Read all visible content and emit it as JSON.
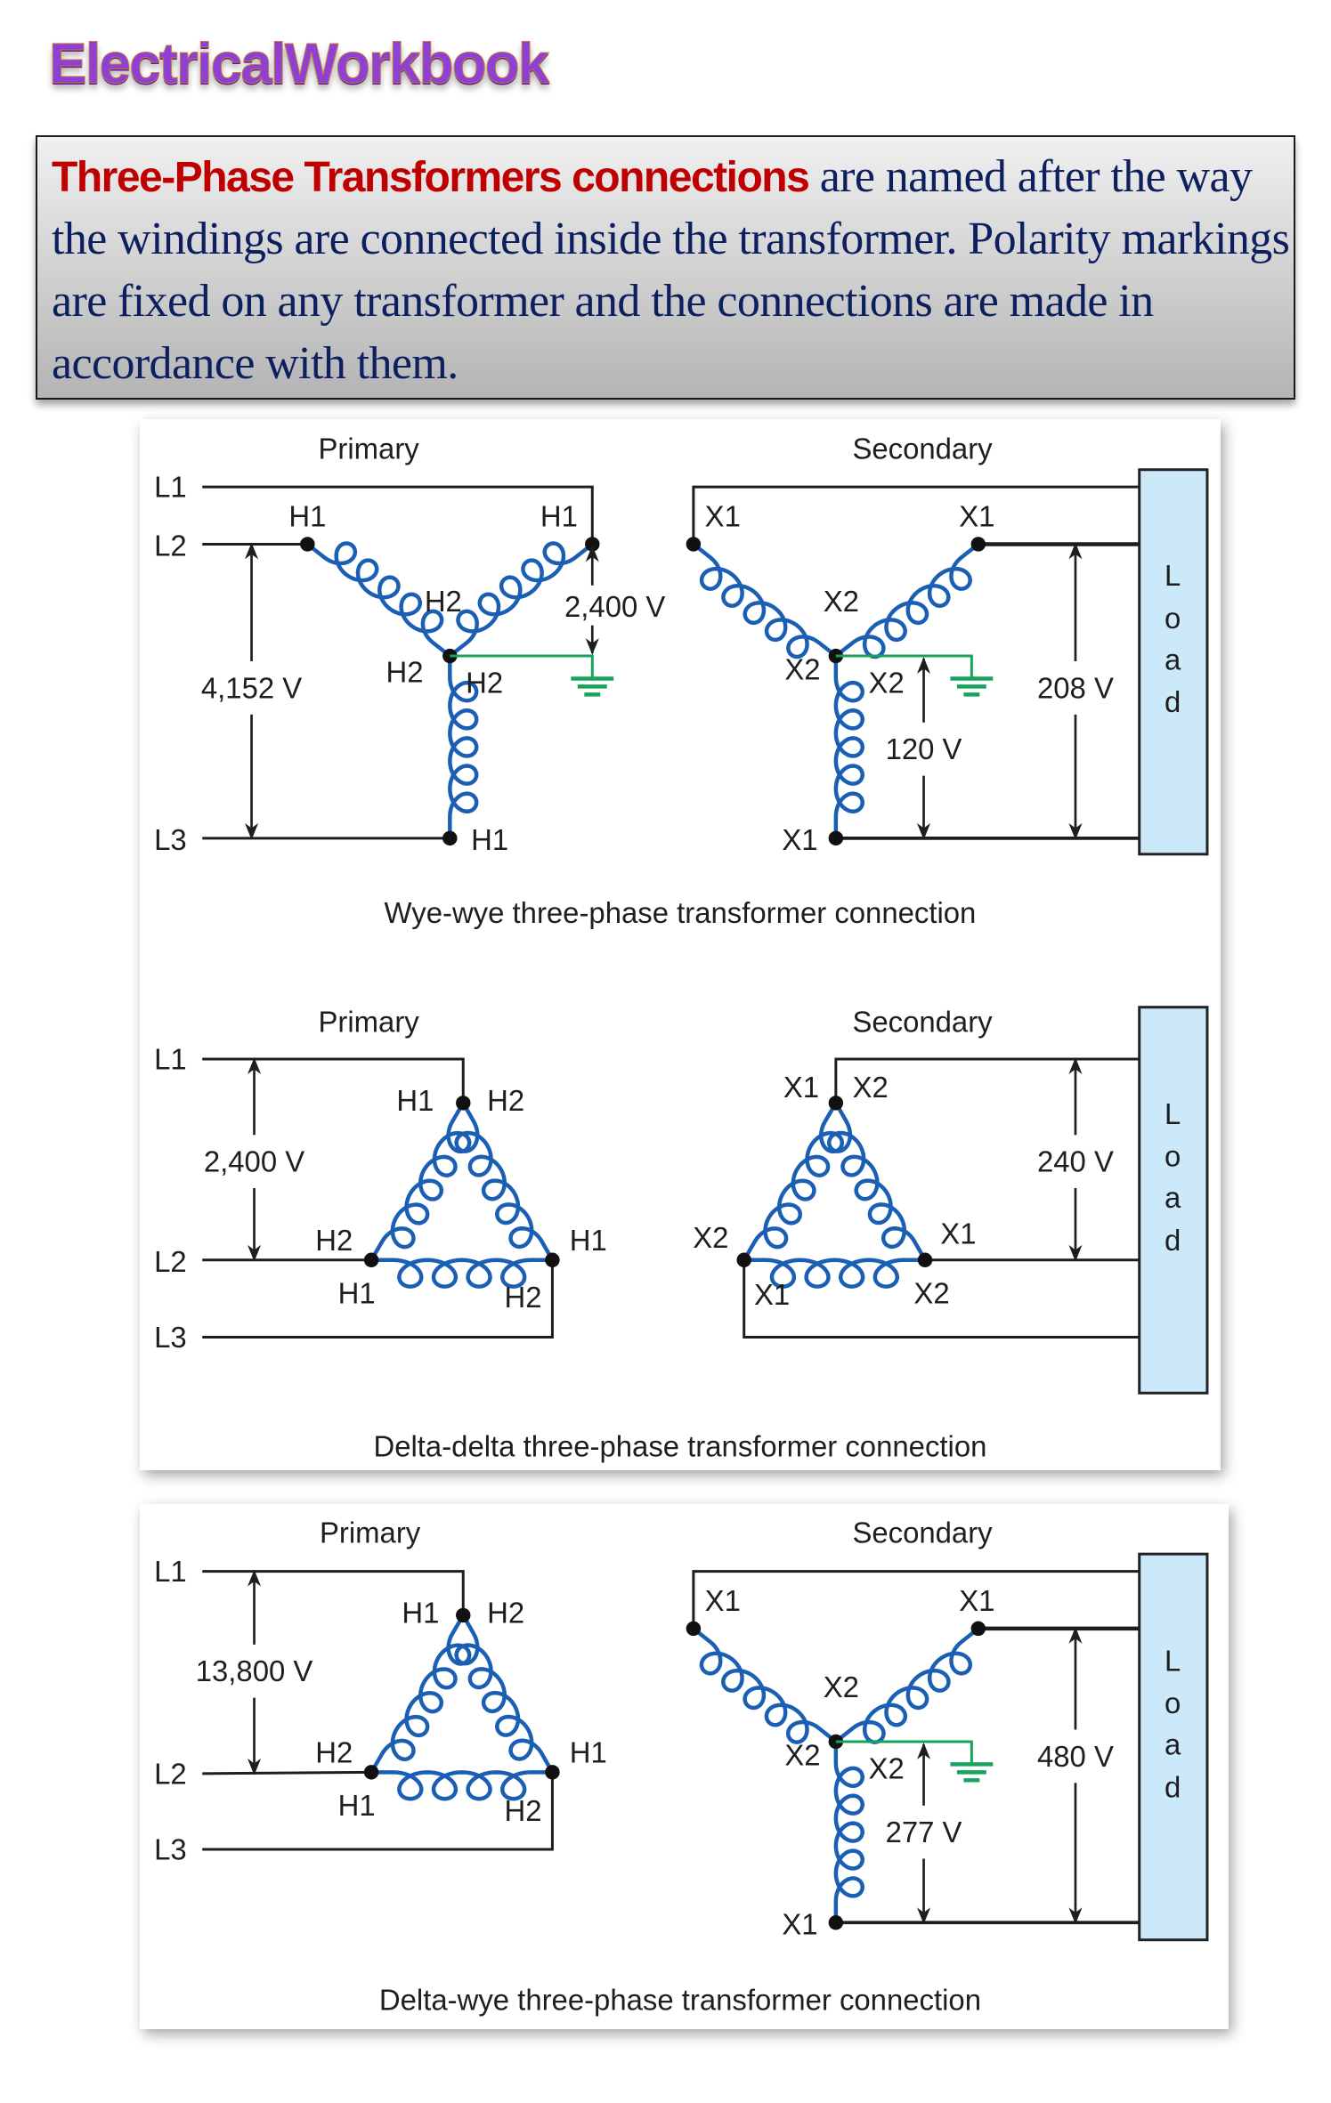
{
  "brand": "ElectricalWorkbook",
  "intro": {
    "highlight": "Three-Phase Transformers connections",
    "text": " are named after the way the windings are connected inside the transformer. Polarity markings are fixed on any transformer and the connections are made in accordance with them."
  },
  "colors": {
    "winding": "#1b5fb4",
    "ground": "#16a35c",
    "load_fill": "#cce9fa",
    "wire": "#1e1e1e"
  },
  "diagrams": [
    {
      "primary": "Primary",
      "secondary": "Secondary",
      "caption": "Wye-wye three-phase transformer connection",
      "lines": [
        "L1",
        "L2",
        "L3"
      ],
      "primary_terminals": [
        "H1",
        "H1",
        "H2",
        "H2",
        "H2",
        "H1"
      ],
      "secondary_terminals": [
        "X1",
        "X1",
        "X2",
        "X2",
        "X2",
        "X1"
      ],
      "voltages": [
        "4,152 V",
        "2,400 V",
        "120 V",
        "208 V"
      ],
      "load_letters": [
        "L",
        "o",
        "a",
        "d"
      ]
    },
    {
      "primary": "Primary",
      "secondary": "Secondary",
      "caption": "Delta-delta three-phase transformer connection",
      "lines": [
        "L1",
        "L2",
        "L3"
      ],
      "primary_terminals": [
        "H1",
        "H2",
        "H2",
        "H1",
        "H1",
        "H2"
      ],
      "secondary_terminals": [
        "X1",
        "X2",
        "X2",
        "X1",
        "X1",
        "X2"
      ],
      "voltages": [
        "2,400 V",
        "240 V"
      ],
      "load_letters": [
        "L",
        "o",
        "a",
        "d"
      ]
    },
    {
      "primary": "Primary",
      "secondary": "Secondary",
      "caption": "Delta-wye three-phase transformer connection",
      "lines": [
        "L1",
        "L2",
        "L3"
      ],
      "primary_terminals": [
        "H1",
        "H2",
        "H2",
        "H1",
        "H1",
        "H2"
      ],
      "secondary_terminals": [
        "X1",
        "X1",
        "X2",
        "X2",
        "X2",
        "X1"
      ],
      "voltages": [
        "13,800 V",
        "480 V",
        "277 V"
      ],
      "load_letters": [
        "L",
        "o",
        "a",
        "d"
      ]
    }
  ]
}
